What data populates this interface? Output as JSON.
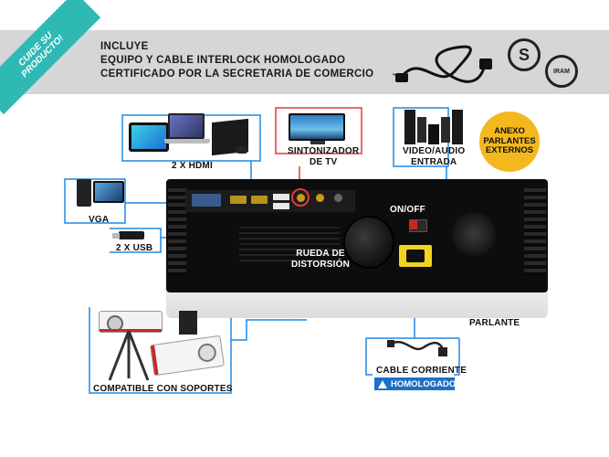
{
  "banner": {
    "ribbon": [
      "CUIDE SU",
      "PRODUCTO!"
    ],
    "lines": [
      "INCLUYE",
      "EQUIPO Y CABLE INTERLOCK HOMOLOGADO",
      "CERTIFICADO POR LA SECRETARIA DE COMERCIO"
    ],
    "seal_s": "S",
    "seal_iram": "IRAM"
  },
  "labels": {
    "hdmi": "2 X HDMI",
    "tuner": [
      "SINTONIZADOR",
      "DE TV"
    ],
    "av": [
      "VIDEO/AUDIO",
      "ENTRADA"
    ],
    "vga": "VGA",
    "usb": "2 X USB",
    "on_off": "ON/OFF",
    "focus": [
      "RUEDA DE",
      "DISTORSIÓN"
    ],
    "speaker": "PARLANTE",
    "mounts": "COMPATIBLE CON SOPORTES",
    "power_cable": "CABLE CORRIENTE",
    "certified": "HOMOLOGADO"
  },
  "bubble": [
    "ANEXO",
    "PARLANTES",
    "EXTERNOS"
  ],
  "colors": {
    "accent_teal": "#2fb9b4",
    "line_blue": "#1e88e5",
    "tuner_red": "#e53935",
    "bubble_yellow": "#f4b81f"
  }
}
